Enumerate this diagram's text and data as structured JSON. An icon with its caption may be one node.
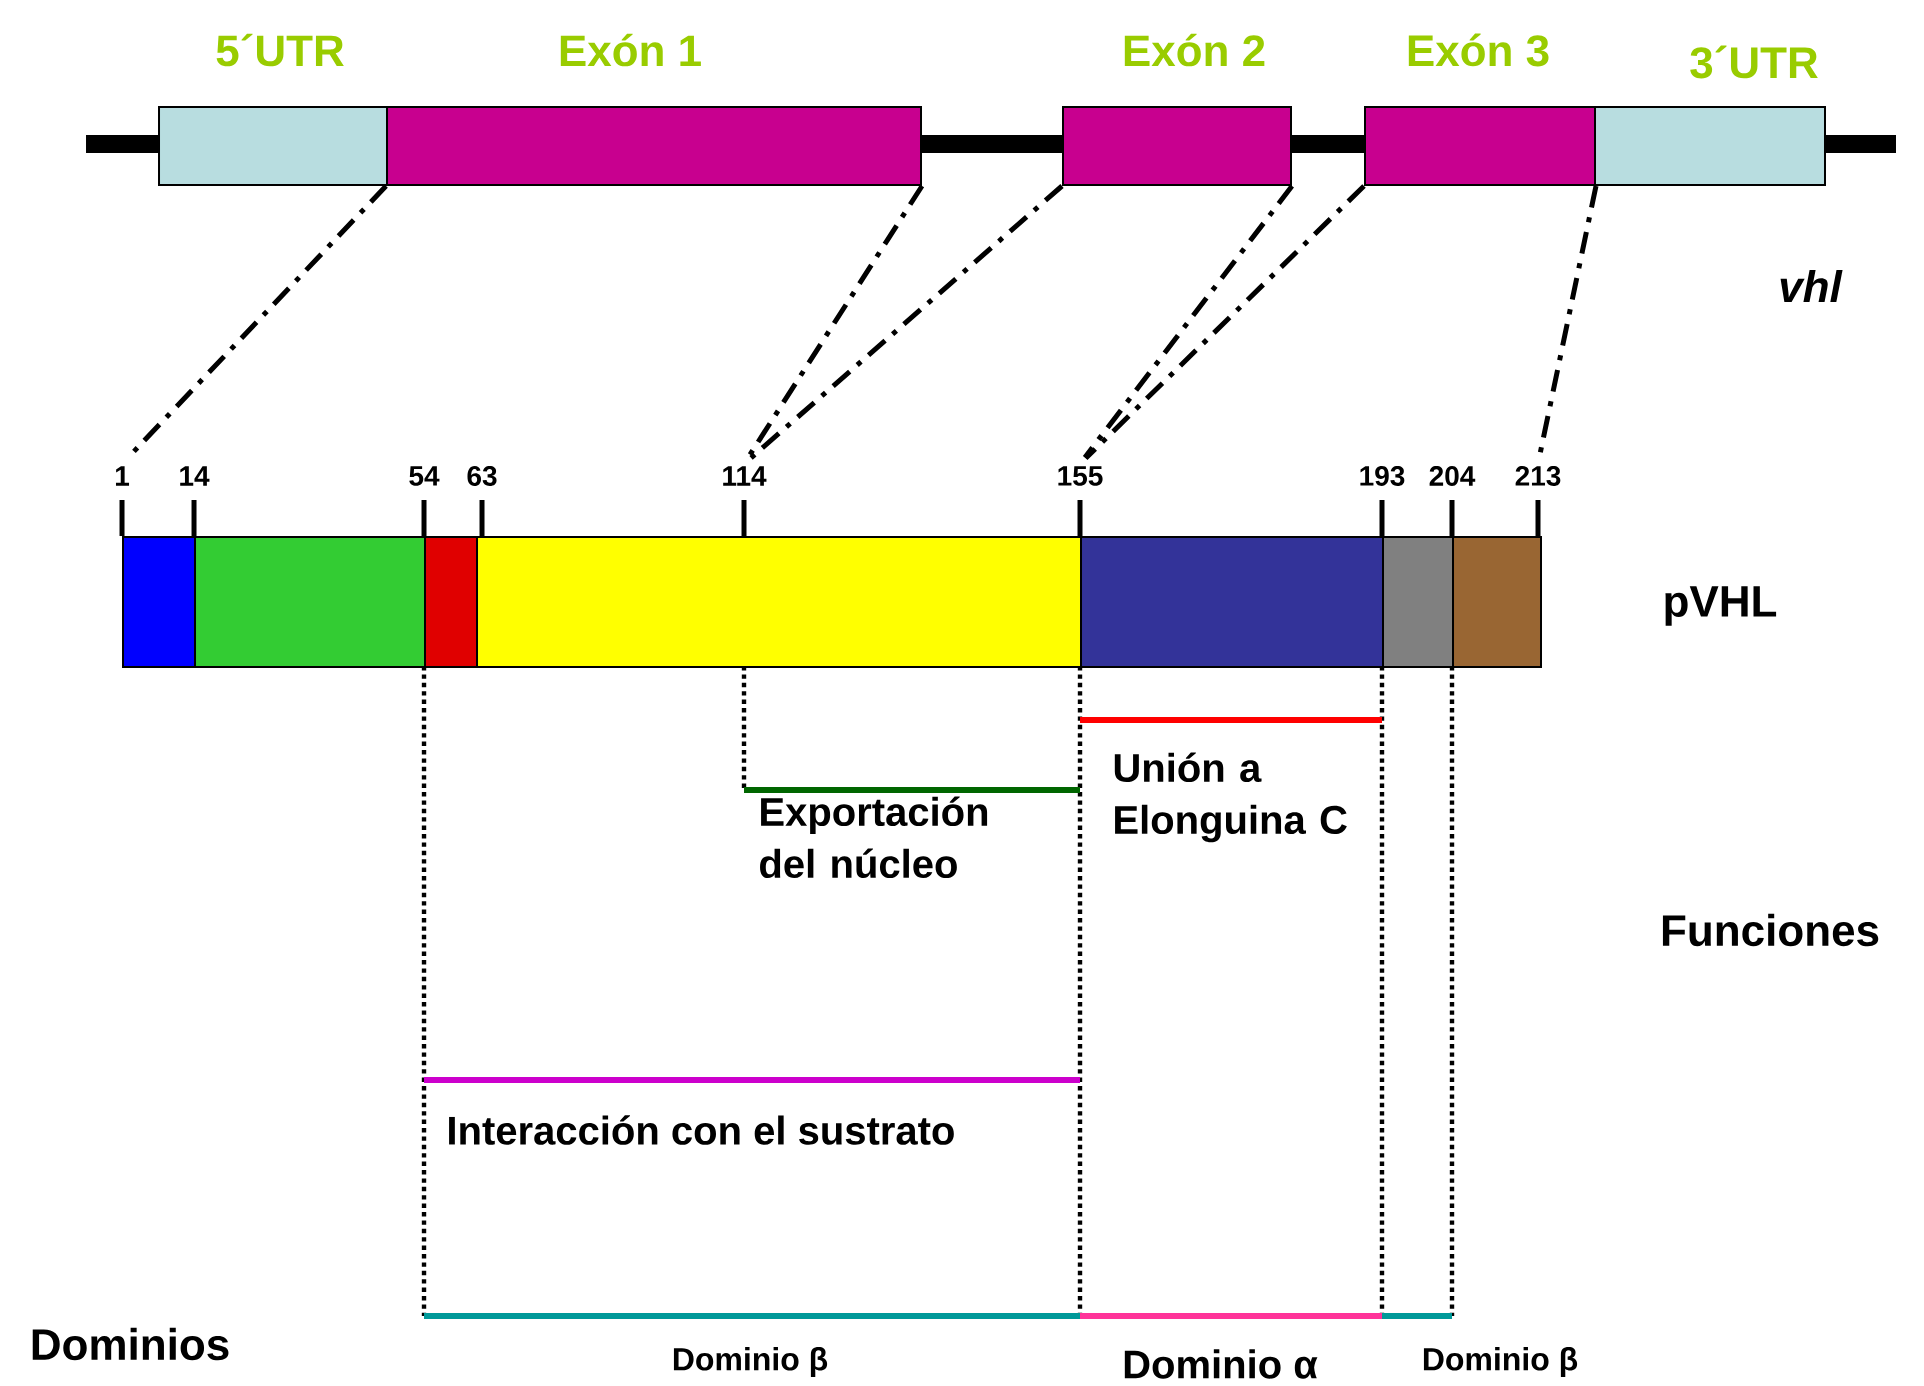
{
  "diagram": {
    "nodes": [
      {
        "text": [
          "5´UTR"
        ]
      },
      {
        "text": [
          "Exón 1"
        ]
      },
      {
        "text": [
          "Exón 2"
        ]
      },
      {
        "text": [
          "Exón 3"
        ]
      },
      {
        "text": [
          "3´UTR"
        ]
      },
      {
        "text": [
          "1"
        ]
      },
      {
        "text": [
          "14"
        ]
      },
      {
        "text": [
          "54"
        ]
      },
      {
        "text": [
          "63"
        ]
      },
      {
        "text": [
          "114"
        ]
      },
      {
        "text": [
          "155"
        ]
      },
      {
        "text": [
          "193"
        ]
      },
      {
        "text": [
          "204"
        ]
      },
      {
        "text": [
          "213"
        ]
      },
      {
        "text": [],
        "shape": "bar"
      },
      {
        "text": [],
        "shape": "bar"
      },
      {
        "text": [],
        "shape": "bar"
      },
      {
        "text": [],
        "shape": "bar"
      },
      {
        "text": [],
        "shape": "bar"
      },
      {
        "text": [],
        "shape": "bar"
      },
      {
        "text": [],
        "shape": "bar"
      }
    ],
    "edges": [
      {
        "from": 1,
        "to": 5,
        "arrow": "none"
      },
      {
        "from": 1,
        "to": 9,
        "arrow": "none"
      },
      {
        "from": 2,
        "to": 9,
        "arrow": "none"
      },
      {
        "from": 2,
        "to": 10,
        "arrow": "none"
      },
      {
        "from": 3,
        "to": 10,
        "arrow": "none"
      },
      {
        "from": 3,
        "to": 13,
        "arrow": "none"
      }
    ],
    "labels": [
      "vhl",
      "pVHL",
      "Unión a Elonguina C",
      "Exportación del núcleo",
      "Funciones",
      "Interacción con el sustrato",
      "Dominios",
      "Dominio β",
      "Dominio α",
      "Dominio β"
    ]
  }
}
